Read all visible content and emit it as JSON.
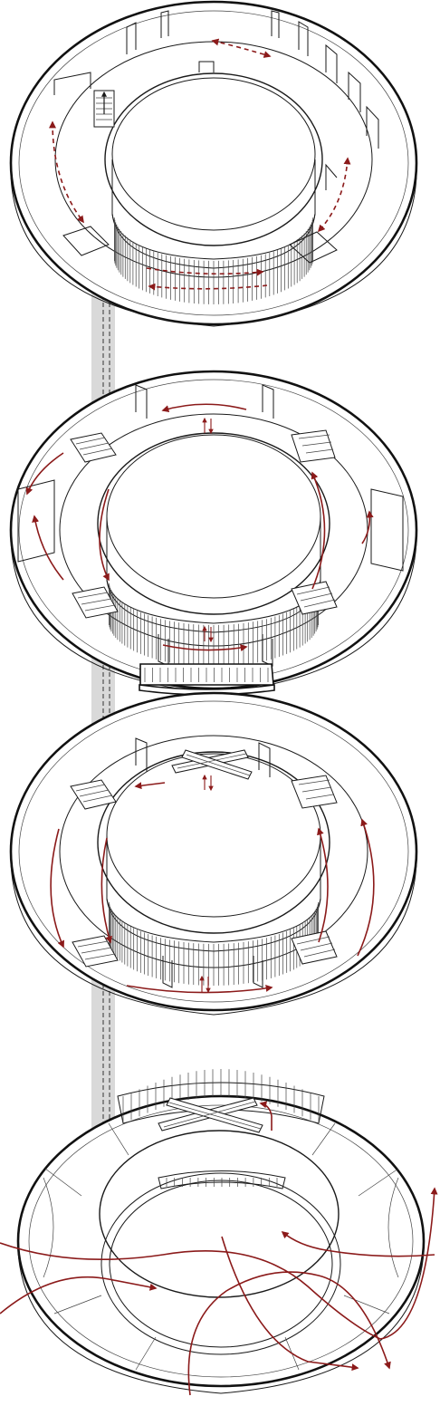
{
  "colors": {
    "background": "#ffffff",
    "line": "#1a1a1a",
    "circulation_arrow": "#8b1a1a",
    "core_shaft": "#d9d9d9"
  },
  "levels": [
    {
      "level": 4,
      "circulation": "dashed",
      "features": [
        "rooms-ring",
        "central-courtyard",
        "core-stair"
      ]
    },
    {
      "level": 3,
      "circulation": "solid",
      "features": [
        "rooms-ring",
        "central-courtyard",
        "stairs",
        "entrance-canopy"
      ]
    },
    {
      "level": 2,
      "circulation": "solid",
      "features": [
        "rooms-ring",
        "central-courtyard",
        "stairs",
        "crossing-ramps"
      ]
    },
    {
      "level": 1,
      "circulation": "free-flow",
      "features": [
        "open-plaza",
        "central-courtyard",
        "crossing-ramps"
      ]
    }
  ]
}
